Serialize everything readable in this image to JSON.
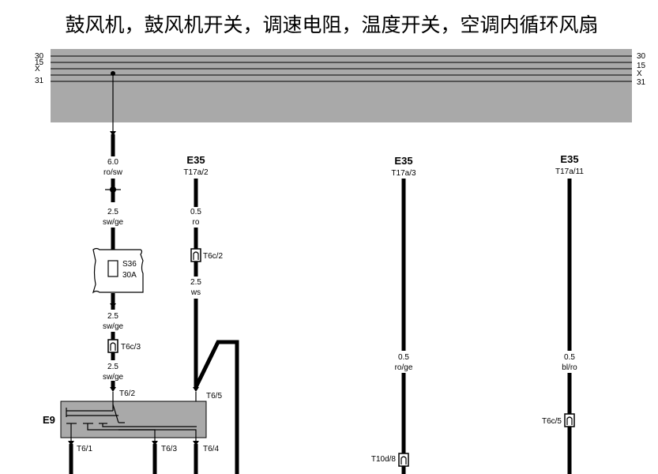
{
  "title": "鼓风机，鼓风机开关，调速电阻，温度开关，空调内循环风扇",
  "bus_lines": [
    "30",
    "15",
    "X",
    "31"
  ],
  "wire_main": {
    "w1_size": "6.0",
    "w1_color": "ro/sw",
    "w2_size": "2.5",
    "w2_color": "sw/ge",
    "fuse_id": "S36",
    "fuse_rating": "30A",
    "w3_size": "2.5",
    "w3_color": "sw/ge",
    "conn_t6c3": "T6c/3",
    "w4_size": "2.5",
    "w4_color": "sw/ge",
    "pin_t62": "T6/2"
  },
  "wire_e35_a": {
    "comp": "E35",
    "pin": "T17a/2",
    "w1_size": "0.5",
    "w1_color": "ro",
    "conn": "T6c/2",
    "w2_size": "2.5",
    "w2_color": "ws",
    "pin_t65": "T6/5"
  },
  "wire_e35_b": {
    "comp": "E35",
    "pin": "T17a/3",
    "w_size": "0.5",
    "w_color": "ro/ge",
    "conn": "T10d/8"
  },
  "wire_e35_c": {
    "comp": "E35",
    "pin": "T17a/11",
    "w_size": "0.5",
    "w_color": "bl/ro",
    "conn": "T6c/5"
  },
  "e9": {
    "label": "E9",
    "pin_t61": "T6/1",
    "pin_t63": "T6/3",
    "pin_t64": "T6/4"
  }
}
